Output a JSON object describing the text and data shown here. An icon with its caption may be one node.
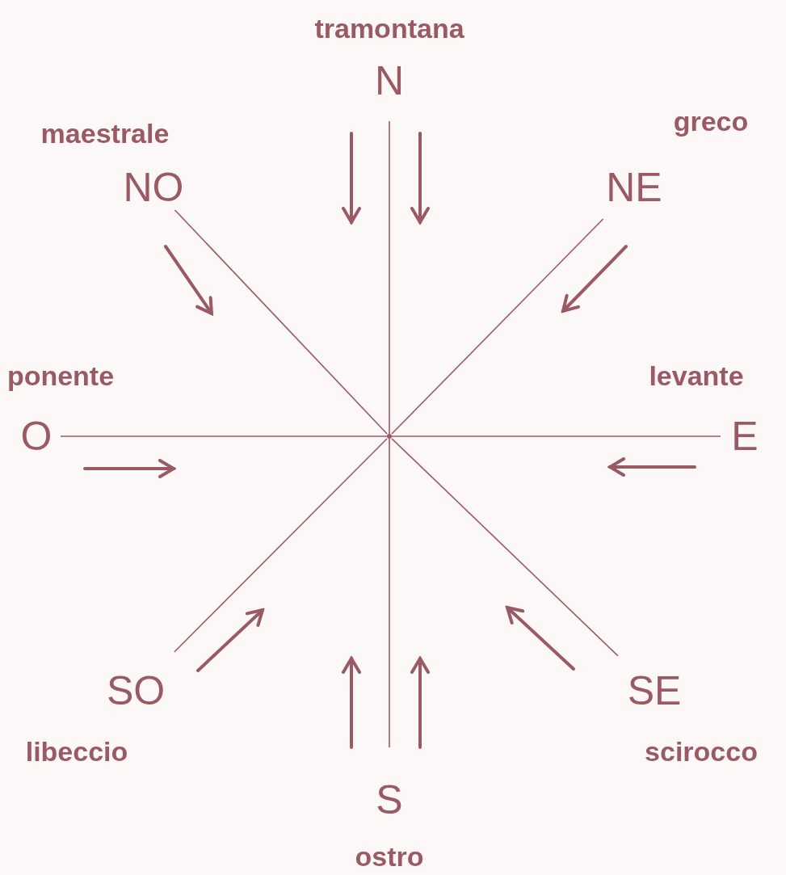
{
  "diagram": {
    "nodes": [
      {
        "text": [],
        "shape": "point"
      },
      {
        "text": [
          "N"
        ],
        "beside": [
          "tramontana"
        ]
      },
      {
        "text": [
          "NO"
        ],
        "beside": [
          "maestrale"
        ]
      },
      {
        "text": [
          "NE"
        ],
        "beside": [
          "greco"
        ]
      },
      {
        "text": [
          "O"
        ],
        "beside": [
          "ponente"
        ]
      },
      {
        "text": [
          "E"
        ],
        "beside": [
          "levante"
        ]
      },
      {
        "text": [
          "SO"
        ],
        "beside": [
          "libeccio"
        ]
      },
      {
        "text": [
          "SE"
        ],
        "beside": [
          "scirocco"
        ]
      },
      {
        "text": [
          "S"
        ],
        "beside": [
          "ostro"
        ]
      }
    ],
    "edges": [
      {
        "from": 0,
        "to": 1,
        "arrow": "none"
      },
      {
        "from": 0,
        "to": 2,
        "arrow": "none"
      },
      {
        "from": 0,
        "to": 3,
        "arrow": "none"
      },
      {
        "from": 0,
        "to": 4,
        "arrow": "none"
      },
      {
        "from": 0,
        "to": 5,
        "arrow": "none"
      },
      {
        "from": 0,
        "to": 6,
        "arrow": "none"
      },
      {
        "from": 0,
        "to": 7,
        "arrow": "none"
      },
      {
        "from": 0,
        "to": 8,
        "arrow": "none"
      }
    ]
  }
}
